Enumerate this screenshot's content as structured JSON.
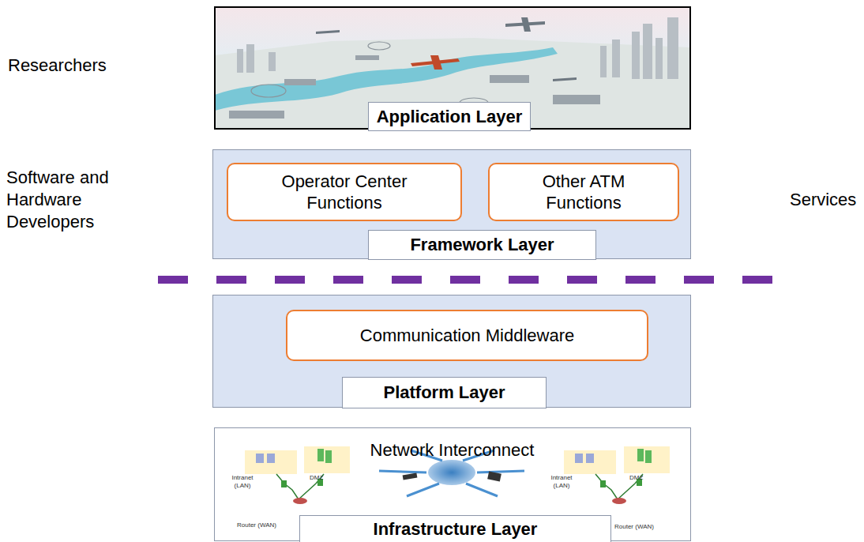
{
  "diagram": {
    "nodes": [
      {
        "text": [
          "Application Layer"
        ]
      },
      {
        "text": [
          "Framework Layer"
        ]
      },
      {
        "text": [
          "Operator Center Functions"
        ],
        "in": 1
      },
      {
        "text": [
          "Other ATM Functions"
        ],
        "in": 1
      },
      {
        "text": [
          "Platform Layer"
        ]
      },
      {
        "text": [
          "Communication Middleware"
        ],
        "in": 4
      },
      {
        "text": [
          "Network Interconnect",
          "Infrastructure Layer"
        ]
      }
    ],
    "labels": [
      "Researchers",
      "Software and Hardware Developers",
      "Services",
      "Intranet (LAN)",
      "DMZ",
      "Router (WAN)",
      "Intranet (LAN)",
      "DMZ",
      "Router (WAN)"
    ]
  }
}
